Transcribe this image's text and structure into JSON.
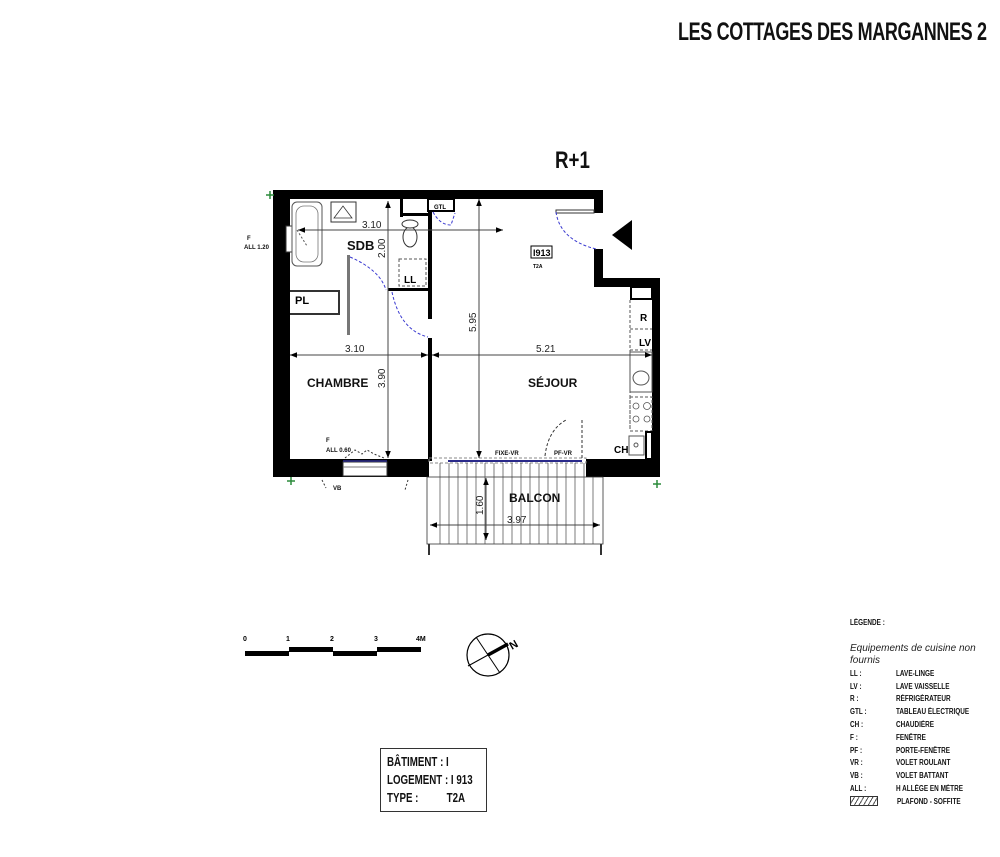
{
  "header": {
    "title": "LES COTTAGES DES MARGANNES 2",
    "floor": "R+1"
  },
  "plan": {
    "unit_tag": "I913",
    "unit_type": "T2A",
    "rooms": [
      {
        "name": "SDB"
      },
      {
        "name": "CHAMBRE"
      },
      {
        "name": "SÉJOUR"
      },
      {
        "name": "BALCON"
      }
    ],
    "fixtures": {
      "ll": "LL",
      "pl": "PL",
      "gtl": "GTL",
      "r": "R",
      "lv": "LV",
      "ch": "CH"
    },
    "dimensions": {
      "sdb_width": "3.10",
      "sdb_depth": "2.00",
      "sejour_depth": "5.95",
      "chambre_width": "3.10",
      "sejour_width": "5.21",
      "chambre_depth": "3.90",
      "balcon_depth": "1.60",
      "balcon_width": "3.97"
    },
    "window_notes": {
      "sdb_window_f": "F",
      "sdb_window_all": "ALL 1.20",
      "chambre_window_f": "F",
      "chambre_window_all": "ALL 0.60",
      "vb": "VB",
      "fixe_vr": "FIXE-VR",
      "pf_vr": "PF-VR"
    }
  },
  "scale_bar": {
    "ticks": [
      "0",
      "1",
      "2",
      "3",
      "4M"
    ]
  },
  "compass": {
    "north_label": "N"
  },
  "info_box": {
    "batiment_label": "BÂTIMENT :",
    "batiment_value": "I",
    "logement_label": "LOGEMENT :",
    "logement_value": "I 913",
    "type_label": "TYPE :",
    "type_value": "T2A"
  },
  "legend": {
    "title": "LÉGENDE :",
    "note": "Equipements de cuisine non fournis",
    "items": [
      {
        "key": "LL :",
        "value": "LAVE-LINGE"
      },
      {
        "key": "LV :",
        "value": "LAVE VAISSELLE"
      },
      {
        "key": "R :",
        "value": "RÉFRIGÉRATEUR"
      },
      {
        "key": "GTL :",
        "value": "TABLEAU ÉLECTRIQUE"
      },
      {
        "key": "CH :",
        "value": "CHAUDIÈRE"
      },
      {
        "key": "F :",
        "value": "FENÊTRE"
      },
      {
        "key": "PF :",
        "value": "PORTE-FENÊTRE"
      },
      {
        "key": "VR :",
        "value": "VOLET ROULANT"
      },
      {
        "key": "VB :",
        "value": "VOLET BATTANT"
      },
      {
        "key": "ALL :",
        "value": "H ALLÈGE EN MÈTRE"
      }
    ],
    "swatch_label": "PLAFOND - SOFFITE"
  },
  "colors": {
    "wall": "#000000",
    "door_swing": "#3a3ad0",
    "glazing": "#2a2a8a",
    "dim_line": "#444444"
  }
}
